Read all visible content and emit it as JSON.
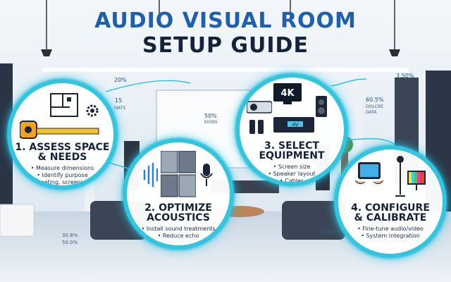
{
  "title": {
    "line1": "AUDIO VISUAL ROOM",
    "line2": "SETUP GUIDE"
  },
  "steps": [
    {
      "number_title": "1. ASSESS SPACE",
      "title_line2": "& NEEDS",
      "bullets": [
        "• Measure dimensions",
        "• Identify purpose",
        "(meeting, screening)"
      ]
    },
    {
      "number_title": "2. OPTIMIZE",
      "title_line2": "ACOUSTICS",
      "bullets": [
        "• Install sound treatments",
        "• Reduce echo"
      ]
    },
    {
      "number_title": "3. SELECT",
      "title_line2": "EQUIPMENT",
      "bullets": [
        "• Screen size",
        "• Speaker layout",
        "• Cables"
      ]
    },
    {
      "number_title": "4. CONFIGURE",
      "title_line2": "& CALIBRATE",
      "bullets": [
        "• Fine-tune audio/video",
        "• System integration"
      ]
    }
  ],
  "stats": {
    "s20": "20%",
    "s15": "15",
    "s15_label": "MATS",
    "s50": "50%",
    "s50_label": "EIONS",
    "s350": "3.50%",
    "s605": "60.5%",
    "s605_l1": "OOLCRE",
    "s605_l2": "DATA",
    "s308": "30.8%",
    "s500": "50.0%",
    "s172": "1.72%"
  },
  "equipment_labels": {
    "screen_4k": "4K",
    "receiver": "AV"
  },
  "colors": {
    "accent_ring": "#33c5e0",
    "title_blue": "#1f5fb0",
    "title_dark": "#14223a"
  }
}
